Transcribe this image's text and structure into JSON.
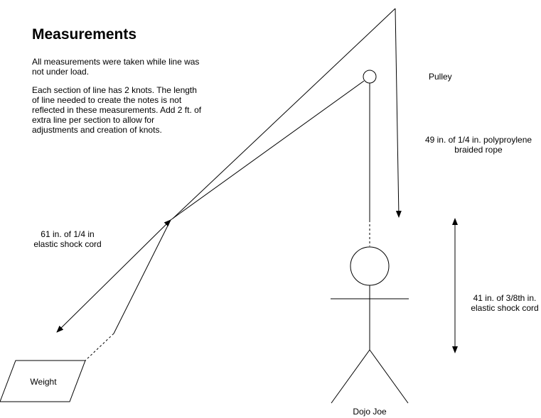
{
  "heading": "Measurements",
  "notes": [
    "All measurements were taken while line was not under load.",
    "Each section of line has 2 knots. The length of line needed to create the notes is not reflected in these measurements. Add 2 ft. of extra line per section to allow for adjustments and creation of knots."
  ],
  "labels": {
    "pulley": "Pulley",
    "rope": "49 in. of  1/4 in. polyproylene braided rope",
    "cord_left": "61 in. of 1/4 in elastic shock cord",
    "cord_right": "41 in. of 3/8th in. elastic shock cord",
    "weight": "Weight",
    "dummy": "Dojo Joe"
  },
  "colors": {
    "stroke": "#000000",
    "background": "#ffffff"
  }
}
